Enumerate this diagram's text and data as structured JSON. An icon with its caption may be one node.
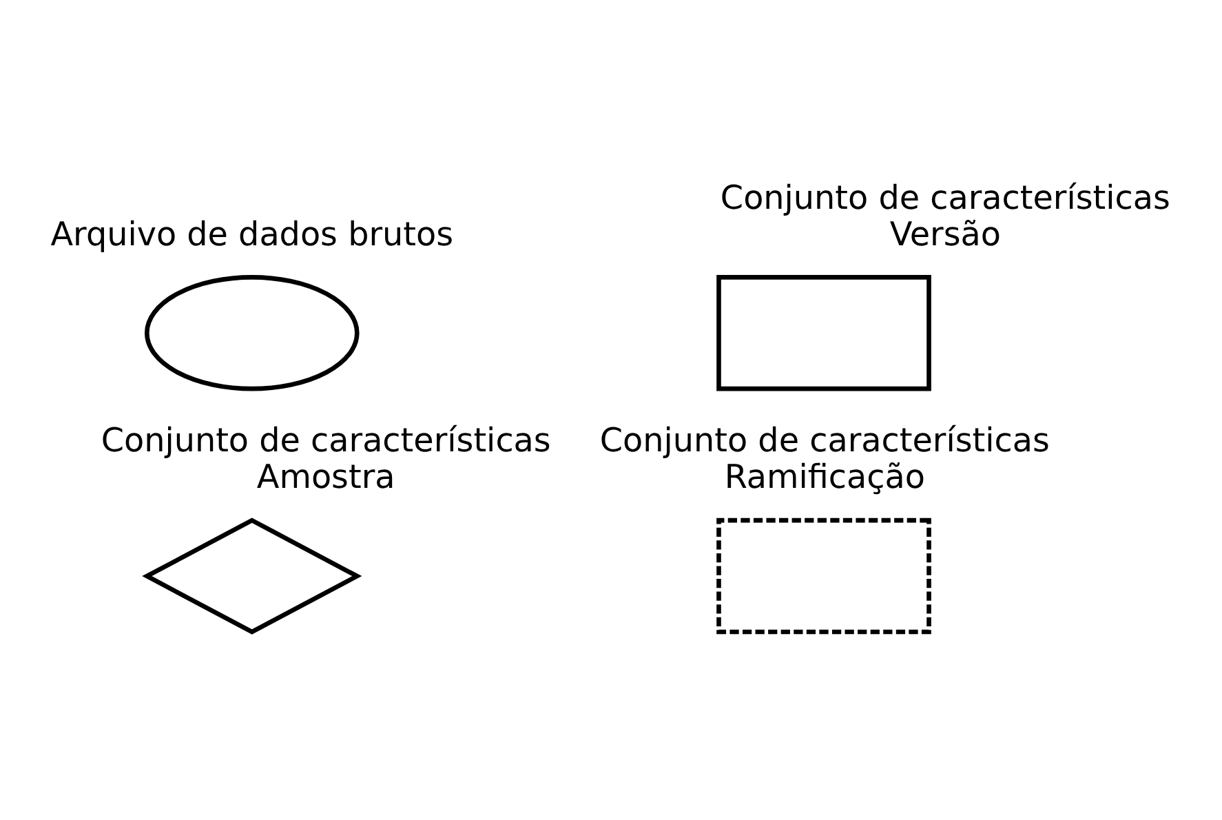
{
  "diagram": {
    "nodes": [
      {
        "text": [
          "Arquivo de dados brutos"
        ]
      },
      {
        "text": [
          "Conjunto de características Versão"
        ]
      },
      {
        "text": [
          "Conjunto de características Amostra"
        ]
      },
      {
        "text": [
          "Conjunto de características Ramificação"
        ]
      }
    ]
  }
}
